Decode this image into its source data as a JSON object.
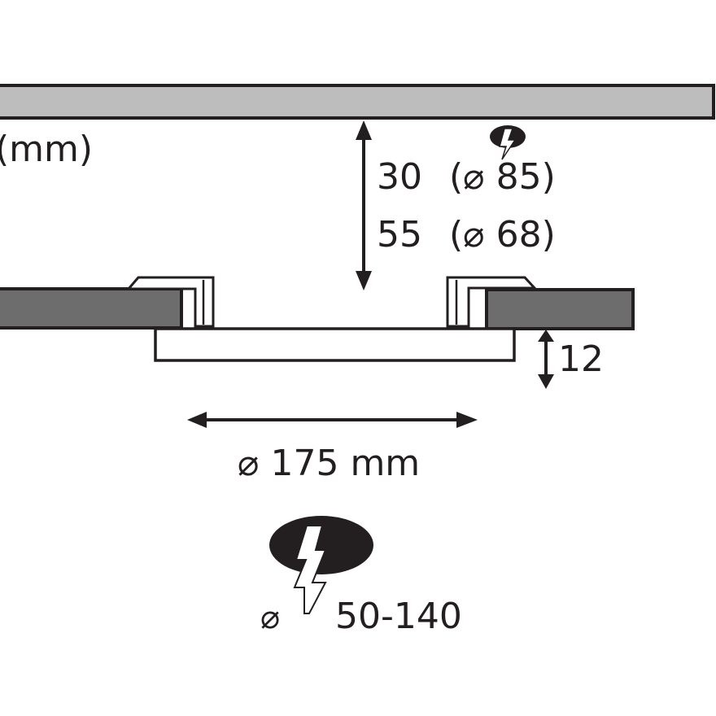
{
  "diagram": {
    "unit_label": "(mm)",
    "depth_rows": [
      {
        "depth": "30",
        "hole": "(⌀ 85)"
      },
      {
        "depth": "55",
        "hole": "(⌀ 68)"
      }
    ],
    "thickness": "12",
    "diameter_label": "⌀ 175 mm",
    "cutout": {
      "symbol": "⌀",
      "range": "50-140"
    },
    "colors": {
      "stroke": "#231f20",
      "ceiling_fill": "#bdbdbd",
      "panel_fill": "#6d6d6d",
      "white": "#ffffff"
    }
  }
}
